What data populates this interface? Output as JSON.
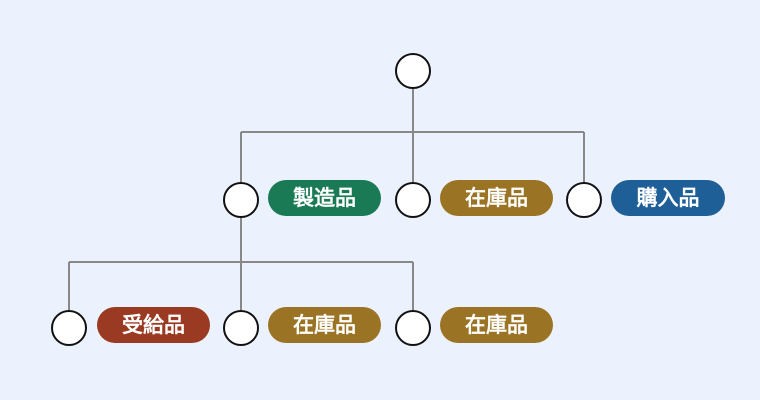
{
  "colors": {
    "background": "#ecf2fd",
    "connector": "#888888",
    "node_border": "#111111",
    "node_fill": "#ffffff",
    "manufactured": "#1a7a55",
    "in_stock": "#9a7424",
    "purchased": "#1f5f98",
    "supplied": "#9b3a22"
  },
  "tree": {
    "level1": [
      {
        "label": "製造品",
        "kind": "manufactured"
      },
      {
        "label": "在庫品",
        "kind": "in_stock"
      },
      {
        "label": "購入品",
        "kind": "purchased"
      }
    ],
    "level2": [
      {
        "label": "受給品",
        "kind": "supplied"
      },
      {
        "label": "在庫品",
        "kind": "in_stock"
      },
      {
        "label": "在庫品",
        "kind": "in_stock"
      }
    ]
  }
}
